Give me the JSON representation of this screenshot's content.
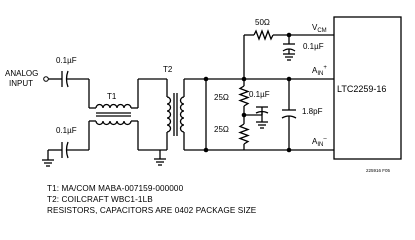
{
  "labels": {
    "analog_input_line1": "ANALOG",
    "analog_input_line2": "INPUT",
    "c_top": "0.1µF",
    "c_bottom": "0.1µF",
    "t1": "T1",
    "t2": "T2",
    "r_50": "50Ω",
    "vcm_main": "V",
    "vcm_sub": "CM",
    "c_vcm": "0.1µF",
    "r_top": "25Ω",
    "r_bottom": "25Ω",
    "c_mid": "0.1µF",
    "c_diff": "1.8pF",
    "ain_plus_main": "A",
    "ain_plus_sub": "IN",
    "ain_plus_sup": "+",
    "ain_minus_main": "A",
    "ain_minus_sub": "IN",
    "ain_minus_sup": "–",
    "chip": "LTC2259-16",
    "figure_code": "225916 F05"
  },
  "notes": [
    "T1: MA/COM MABA-007159-000000",
    "T2: COILCRAFT WBC1-1LB",
    "RESISTORS, CAPACITORS ARE 0402 PACKAGE SIZE"
  ]
}
